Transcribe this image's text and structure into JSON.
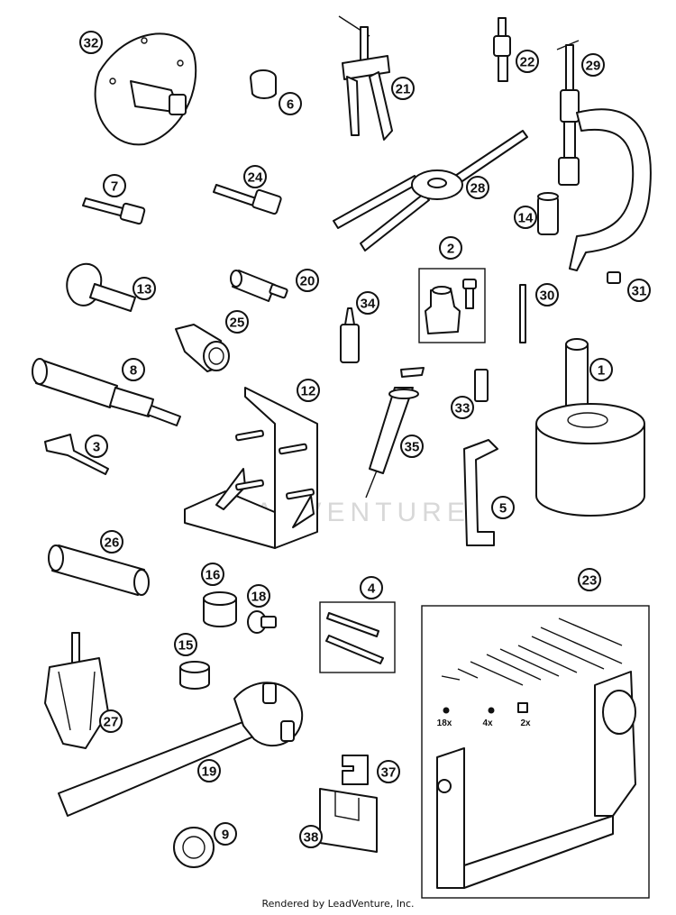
{
  "watermark": "LEADVENTURE",
  "credit": "Rendered by LeadVenture, Inc.",
  "callouts": [
    "1",
    "2",
    "3",
    "4",
    "5",
    "6",
    "7",
    "8",
    "9",
    "12",
    "13",
    "14",
    "15",
    "16",
    "18",
    "19",
    "20",
    "21",
    "22",
    "23",
    "24",
    "25",
    "26",
    "27",
    "28",
    "29",
    "30",
    "31",
    "32",
    "33",
    "34",
    "35",
    "37",
    "38"
  ],
  "kit_quantities": [
    "18x",
    "4x",
    "2x"
  ]
}
